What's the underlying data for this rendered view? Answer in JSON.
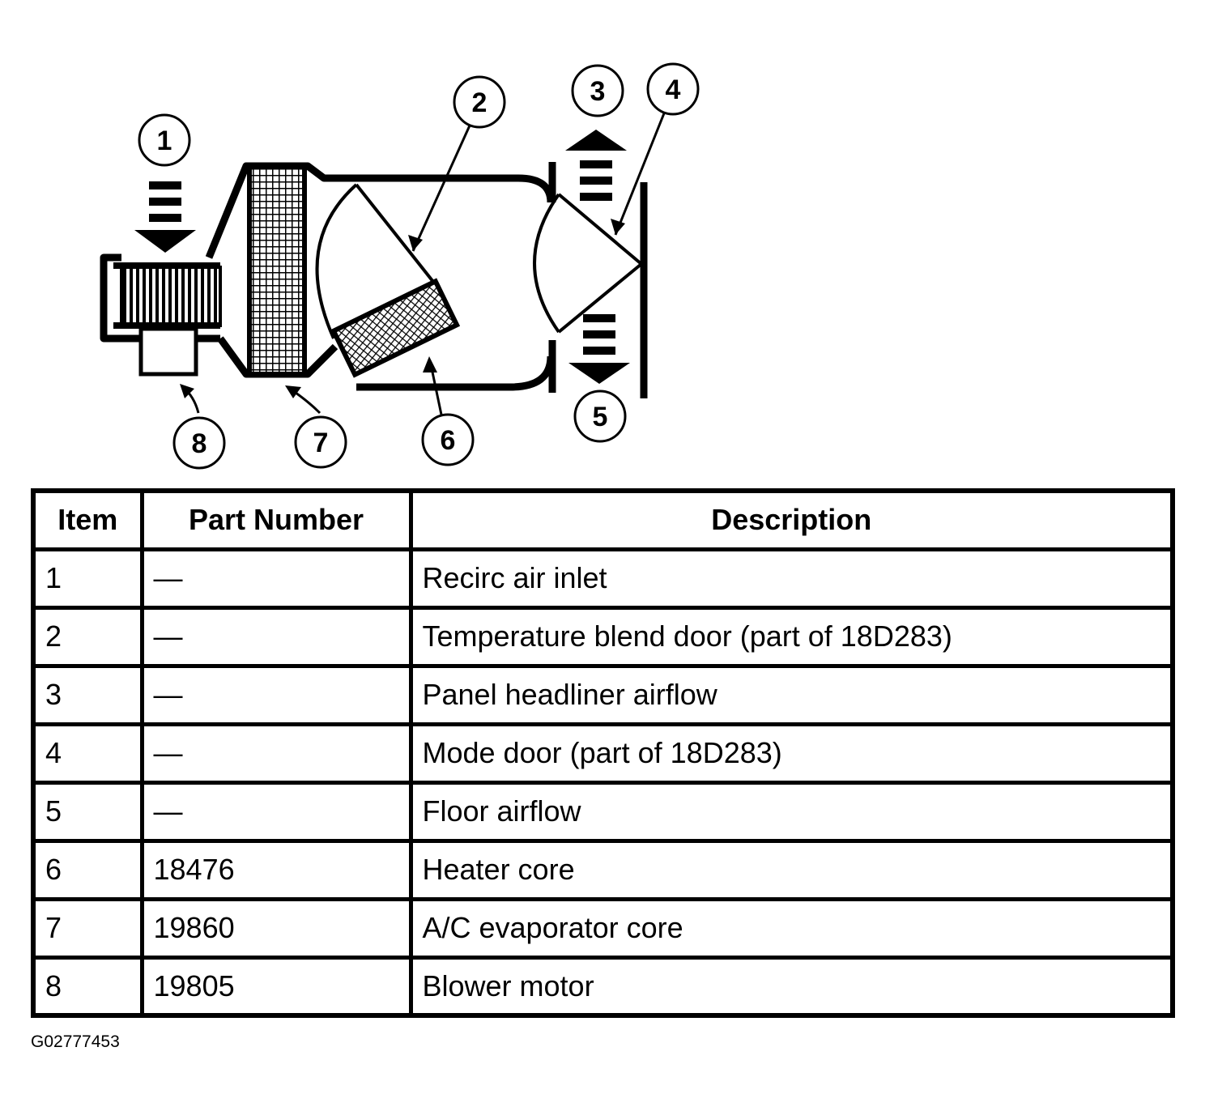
{
  "diagram": {
    "callouts": [
      "1",
      "2",
      "3",
      "4",
      "5",
      "6",
      "7",
      "8"
    ]
  },
  "table": {
    "headers": {
      "item": "Item",
      "part_number": "Part Number",
      "description": "Description"
    },
    "rows": [
      {
        "item": "1",
        "part_number": "—",
        "description": "Recirc air inlet"
      },
      {
        "item": "2",
        "part_number": "—",
        "description": "Temperature blend door (part of 18D283)"
      },
      {
        "item": "3",
        "part_number": "—",
        "description": "Panel headliner airflow"
      },
      {
        "item": "4",
        "part_number": "—",
        "description": "Mode door (part of 18D283)"
      },
      {
        "item": "5",
        "part_number": "—",
        "description": "Floor airflow"
      },
      {
        "item": "6",
        "part_number": "18476",
        "description": "Heater core"
      },
      {
        "item": "7",
        "part_number": "19860",
        "description": "A/C evaporator core"
      },
      {
        "item": "8",
        "part_number": "19805",
        "description": "Blower motor"
      }
    ]
  },
  "figure_id": "G02777453"
}
